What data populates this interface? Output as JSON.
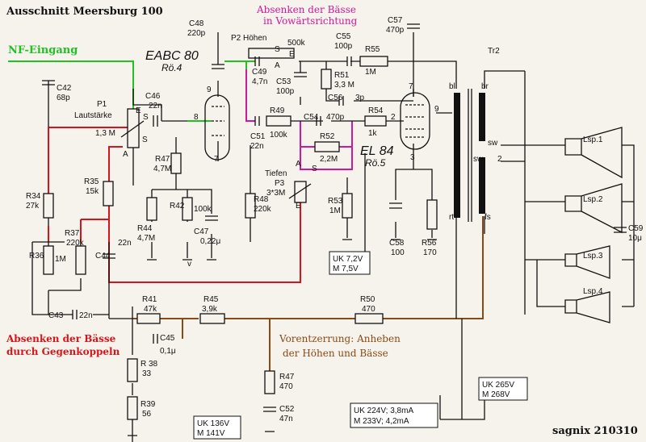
{
  "title": "Ausschnitt Meersburg 100",
  "signature": "sagnix 210310",
  "annotations": {
    "nf_input": "NF-Eingang",
    "bass_forward_1": "Absenken der Bässe",
    "bass_forward_2": "in Vowärtsrichtung",
    "bass_feedback_1": "Absenken der Bässe",
    "bass_feedback_2": "durch Gegenkoppeln",
    "predistortion_1": "Vorentzerrung: Anheben",
    "predistortion_2": "der Höhen und  Bässe"
  },
  "colors": {
    "nf_input": "#22c022",
    "forward": "#d0189a",
    "feedback": "#d4161c",
    "predistortion": "#8a4a14",
    "background": "#f6f3ec"
  },
  "tubes": {
    "eabc80_type": "EABC 80",
    "eabc80_ref": "Rö.4",
    "el84_type": "EL 84",
    "el84_ref": "Rö.5"
  },
  "pins": {
    "eabc80_plate": "9",
    "eabc80_grid": "8",
    "eabc80_cathode": "7",
    "el84_plate": "7",
    "el84_g2": "9",
    "el84_grid": "2",
    "el84_cathode": "3"
  },
  "components": {
    "c42": [
      "C42",
      "68p"
    ],
    "p1": [
      "P1",
      "Lautstärke",
      "1,3 M"
    ],
    "c46": [
      "C46",
      "22n"
    ],
    "c48": [
      "C48",
      "220p"
    ],
    "p2": [
      "P2 Höhen",
      "500k"
    ],
    "c49": [
      "C49",
      "4,7n"
    ],
    "c53": [
      "C53",
      "100p"
    ],
    "c55": [
      "C55",
      "100p"
    ],
    "r55": [
      "R55",
      "1M"
    ],
    "r51": [
      "R51",
      "3,3 M"
    ],
    "c56": [
      "C56",
      "3p"
    ],
    "c57": [
      "C57",
      "470p"
    ],
    "r49": [
      "R49",
      "100k"
    ],
    "c54": [
      "C54",
      "470p"
    ],
    "r54": [
      "R54",
      "1k"
    ],
    "c51": [
      "C51",
      "22n"
    ],
    "r52": [
      "R52",
      "2,2M"
    ],
    "p3": [
      "Tiefen",
      "P3",
      "3*3M"
    ],
    "r47a": [
      "R47",
      "4,7M"
    ],
    "r44": [
      "R44",
      "4,7M"
    ],
    "r42": [
      "R42",
      "100k"
    ],
    "c47": [
      "C47",
      "0,22μ"
    ],
    "r48": [
      "R48",
      "220k"
    ],
    "r53": [
      "R53",
      "1M"
    ],
    "c58": [
      "C58",
      "100"
    ],
    "r56": [
      "R56",
      "170"
    ],
    "r35": [
      "R35",
      "15k"
    ],
    "r34": [
      "R34",
      "27k"
    ],
    "r36": [
      "R36",
      "1M"
    ],
    "r37": [
      "R37",
      "220k"
    ],
    "c44": [
      "C44",
      "22n"
    ],
    "c43": [
      "C43",
      "22n"
    ],
    "r41": [
      "R41",
      "47k"
    ],
    "r45": [
      "R45",
      "3,9k"
    ],
    "r50": [
      "R50",
      "470"
    ],
    "c45": [
      "C45",
      "0,1μ"
    ],
    "r38": [
      "R 38",
      "33"
    ],
    "r39": [
      "R39",
      "56"
    ],
    "r47b": [
      "R47",
      "470"
    ],
    "c52": [
      "C52",
      "47n"
    ],
    "tr2": [
      "Tr2"
    ],
    "c59": [
      "C59",
      "10μ"
    ],
    "lsp1": [
      "Lsp.1"
    ],
    "lsp2": [
      "Lsp.2"
    ],
    "lsp3": [
      "Lsp.3"
    ],
    "lsp4": [
      "Lsp.4"
    ]
  },
  "node_letters": {
    "p1_e": "E",
    "p1_s": "S",
    "p1_a": "A",
    "p2_s": "S",
    "p2_e": "E",
    "p2_a": "A",
    "p3_a": "A",
    "p3_s": "S",
    "p3_e": "E",
    "c46_s": "S",
    "tr_bl": "bl",
    "tr_br": "br",
    "tr_rt": "rt",
    "tr_fs": "fs",
    "tr_sw1": "sw",
    "tr_sw2": "sw",
    "tr_2": "2",
    "tap_v": "v"
  },
  "voltages": {
    "box1": [
      "UK 7,2V",
      "M  7,5V"
    ],
    "box2": [
      "UK 265V",
      "M  268V"
    ],
    "box3": [
      "UK 224V; 3,8mA",
      "M 233V; 4,2mA"
    ],
    "box4": [
      "UK 136V",
      "M  141V"
    ]
  }
}
